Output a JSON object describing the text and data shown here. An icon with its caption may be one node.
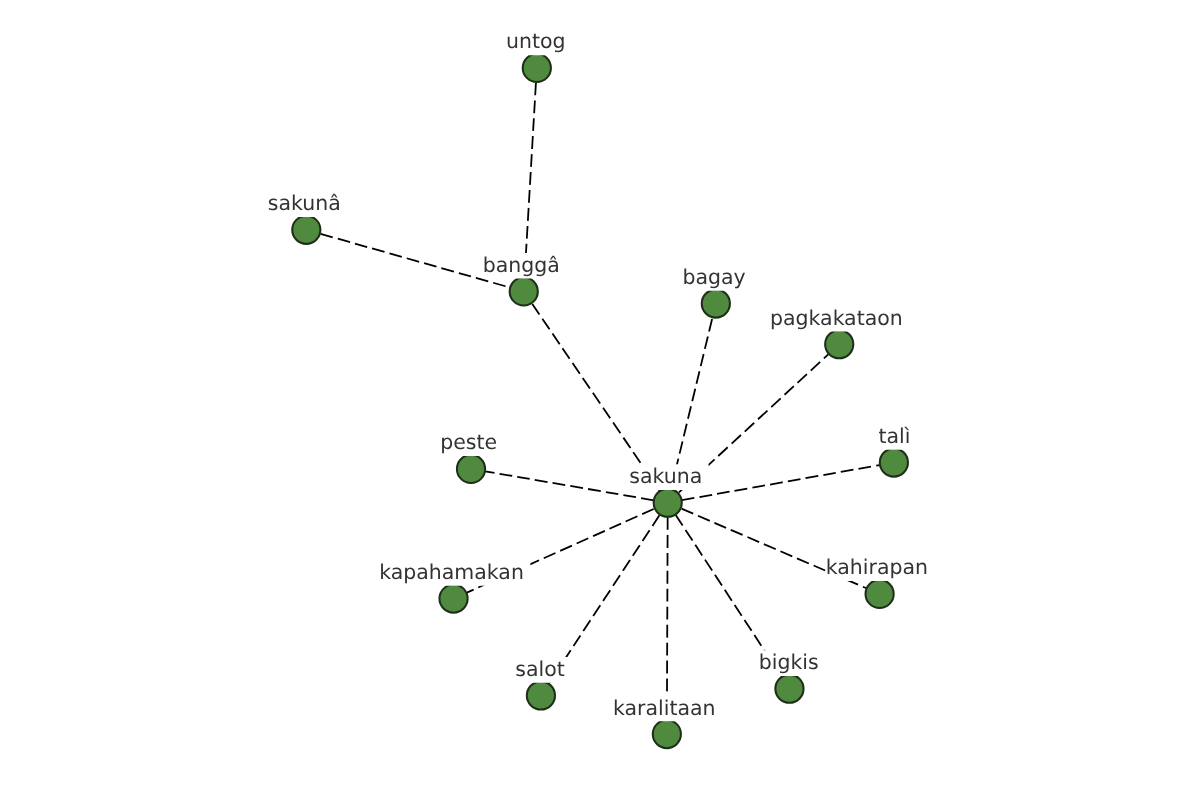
{
  "diagram": {
    "nodes": [
      {
        "text": [
          "untog"
        ]
      },
      {
        "text": [
          "kapahamakan"
        ]
      },
      {
        "text": [
          "bigkis"
        ]
      },
      {
        "text": [
          "sakunâ"
        ]
      },
      {
        "text": [
          "banggâ"
        ]
      },
      {
        "text": [
          "salot"
        ]
      },
      {
        "text": [
          "pagkakataon"
        ]
      },
      {
        "text": [
          "sakuna"
        ]
      },
      {
        "text": [
          "peste"
        ]
      },
      {
        "text": [
          "kahirapan"
        ]
      },
      {
        "text": [
          "talì"
        ]
      },
      {
        "text": [
          "bagay"
        ]
      },
      {
        "text": [
          "karalitaan"
        ]
      }
    ],
    "edges": [
      {
        "from": 0,
        "to": 4,
        "arrow": "none",
        "style": "dashed"
      },
      {
        "from": 3,
        "to": 4,
        "arrow": "none",
        "style": "dashed"
      },
      {
        "from": 4,
        "to": 7,
        "arrow": "none",
        "style": "dashed"
      },
      {
        "from": 7,
        "to": 1,
        "arrow": "none",
        "style": "dashed"
      },
      {
        "from": 7,
        "to": 2,
        "arrow": "none",
        "style": "dashed"
      },
      {
        "from": 7,
        "to": 5,
        "arrow": "none",
        "style": "dashed"
      },
      {
        "from": 7,
        "to": 6,
        "arrow": "none",
        "style": "dashed"
      },
      {
        "from": 7,
        "to": 8,
        "arrow": "none",
        "style": "dashed"
      },
      {
        "from": 7,
        "to": 9,
        "arrow": "none",
        "style": "dashed"
      },
      {
        "from": 7,
        "to": 10,
        "arrow": "none",
        "style": "dashed"
      },
      {
        "from": 7,
        "to": 11,
        "arrow": "none",
        "style": "dashed"
      },
      {
        "from": 7,
        "to": 12,
        "arrow": "none",
        "style": "dashed"
      }
    ]
  }
}
